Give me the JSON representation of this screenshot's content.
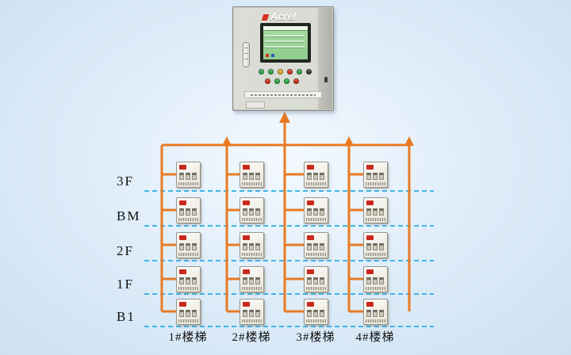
{
  "colors": {
    "bus": "#e87a24",
    "dashed": "#3fb6e9",
    "chip": "#c9281c"
  },
  "cabinet": {
    "brand": "Acrel",
    "indicator_rows": [
      [
        "#2aa844",
        "#2aa844",
        "#e2b122",
        "#d0301c",
        "#2aa844",
        "#3a3a38"
      ],
      [
        "#d0301c",
        "#2aa844",
        "#2aa844",
        "#d0301c"
      ]
    ]
  },
  "grid": {
    "rows": 5,
    "cols": 4
  },
  "floors": [
    {
      "label": "3F"
    },
    {
      "label": "BM"
    },
    {
      "label": "2F"
    },
    {
      "label": "1F"
    },
    {
      "label": "B1"
    }
  ],
  "columns": [
    {
      "label": "1#楼梯"
    },
    {
      "label": "2#楼梯"
    },
    {
      "label": "3#楼梯"
    },
    {
      "label": "4#楼梯"
    }
  ]
}
